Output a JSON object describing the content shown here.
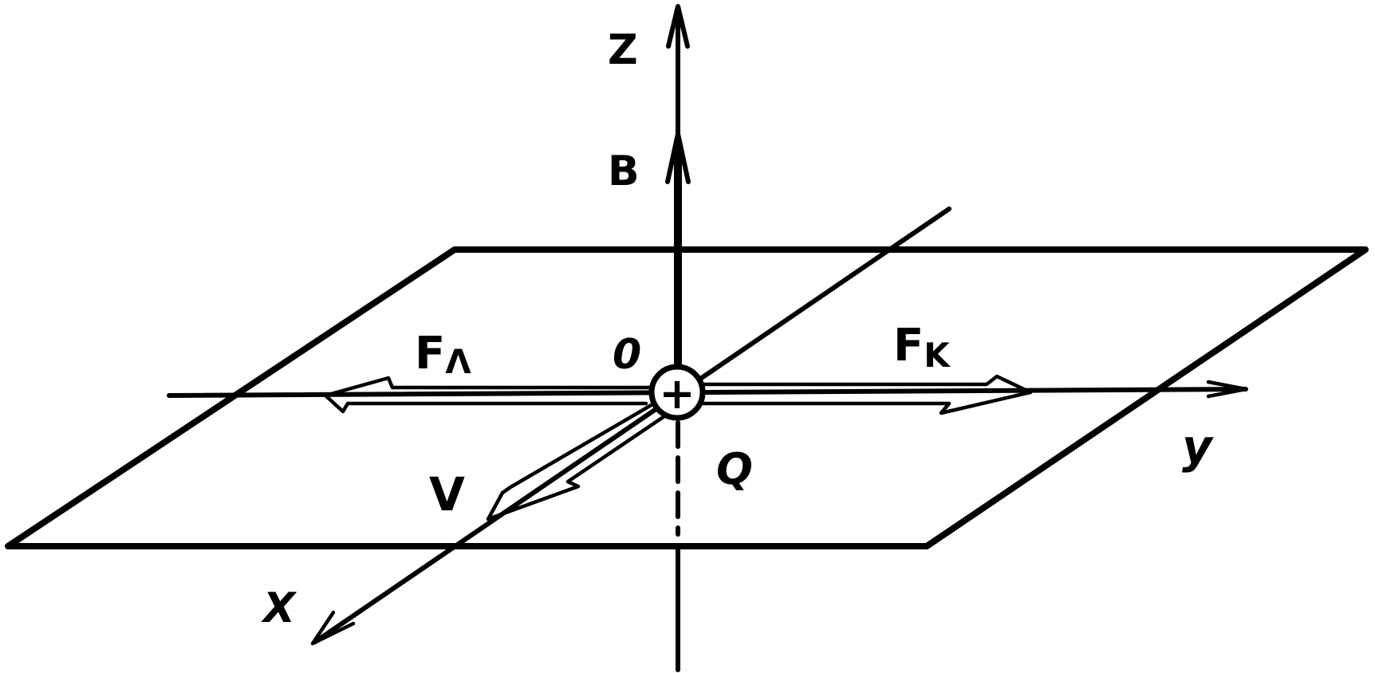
{
  "labels": {
    "z_axis": "Z",
    "x_axis": "X",
    "y_axis": "y",
    "field": "B",
    "origin": "0",
    "charge_symbol": "+",
    "charge": "Q",
    "velocity": "V",
    "lorentz_force": "F",
    "lorentz_force_sub": "Λ",
    "coulomb_force": "F",
    "coulomb_force_sub": "K"
  },
  "colors": {
    "ink": "#000000",
    "paper": "#ffffff"
  }
}
